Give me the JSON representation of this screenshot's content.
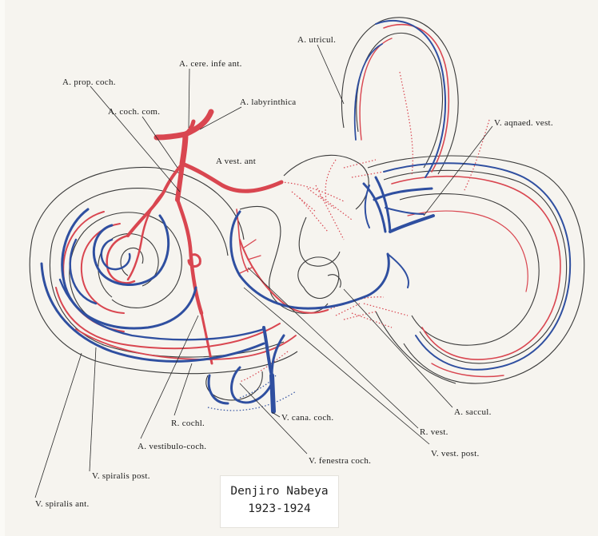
{
  "colors": {
    "artery": "#d94650",
    "vein": "#2f4fa0",
    "outline": "#3a3a3a",
    "background": "#f6f4ef",
    "label_card": "#ffffff"
  },
  "labels": {
    "a_utricul": "A. utricul.",
    "a_cere_infe_ant": "A. cere. infe ant.",
    "a_prop_coch": "A. prop. coch.",
    "a_labyrinthica": "A. labyrinthica",
    "a_coch_com": "A. coch. com.",
    "a_vest_ant": "A vest. ant",
    "v_aqnaed_vest": "V. aqnaed. vest.",
    "a_saccul": "A. saccul.",
    "r_vest": "R. vest.",
    "v_vest_post": "V. vest. post.",
    "v_cana_coch": "V. cana. coch.",
    "r_cochl": "R. cochl.",
    "a_vestibulo_coch": "A. vestibulo-coch.",
    "v_fenestra_coch": "V. fenestra coch.",
    "v_spiralis_post": "V. spiralis post.",
    "v_spiralis_ant": "V. spiralis ant."
  },
  "caption": {
    "author": "Denjiro Nabeya",
    "years": "1923-1924"
  }
}
